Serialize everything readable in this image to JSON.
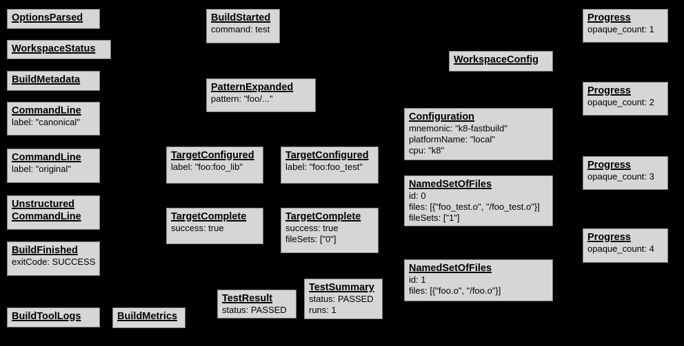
{
  "diagram": {
    "description": "Build Event Protocol event flow diagram",
    "colors": {
      "background": "#000000",
      "box_fill": "#d6d6d6",
      "box_border": "#7f7f7f",
      "text": "#000000"
    }
  },
  "boxes": [
    {
      "title": "OptionsParsed",
      "lines": []
    },
    {
      "title": "WorkspaceStatus",
      "lines": []
    },
    {
      "title": "BuildMetadata",
      "lines": []
    },
    {
      "title": "CommandLine",
      "lines": [
        "label: \"canonical\""
      ]
    },
    {
      "title": "CommandLine",
      "lines": [
        "label: \"original\""
      ]
    },
    {
      "title": "Unstructured\nCommandLine",
      "lines": []
    },
    {
      "title": "BuildFinished",
      "lines": [
        "exitCode: SUCCESS"
      ]
    },
    {
      "title": "BuildToolLogs",
      "lines": []
    },
    {
      "title": "BuildMetrics",
      "lines": []
    },
    {
      "title": "BuildStarted",
      "lines": [
        "command: test"
      ]
    },
    {
      "title": "PatternExpanded",
      "lines": [
        "pattern: \"foo/...\""
      ]
    },
    {
      "title": "TargetConfigured",
      "lines": [
        "label: \"foo:foo_lib\""
      ]
    },
    {
      "title": "TargetConfigured",
      "lines": [
        "label: \"foo:foo_test\""
      ]
    },
    {
      "title": "TargetComplete",
      "lines": [
        "success: true"
      ]
    },
    {
      "title": "TargetComplete",
      "lines": [
        "success: true",
        "fileSets: [\"0\"]"
      ]
    },
    {
      "title": "TestResult",
      "lines": [
        "status: PASSED"
      ]
    },
    {
      "title": "TestSummary",
      "lines": [
        "status: PASSED",
        "runs: 1"
      ]
    },
    {
      "title": "WorkspaceConfig",
      "lines": []
    },
    {
      "title": "Configuration",
      "lines": [
        "mnemonic: \"k8-fastbuild\"",
        "platformName: \"local\"",
        "cpu: \"k8\""
      ]
    },
    {
      "title": "NamedSetOfFiles",
      "lines": [
        "id: 0",
        "files: [{\"foo_test.o\", \"/foo_test.o\"}]",
        "fileSets: [\"1\"]"
      ]
    },
    {
      "title": "NamedSetOfFiles",
      "lines": [
        "id: 1",
        "files: [{\"foo.o\", \"/foo.o\"}]"
      ]
    },
    {
      "title": "Progress",
      "lines": [
        "opaque_count: 1"
      ]
    },
    {
      "title": "Progress",
      "lines": [
        "opaque_count: 2"
      ]
    },
    {
      "title": "Progress",
      "lines": [
        "opaque_count: 3"
      ]
    },
    {
      "title": "Progress",
      "lines": [
        "opaque_count: 4"
      ]
    }
  ]
}
